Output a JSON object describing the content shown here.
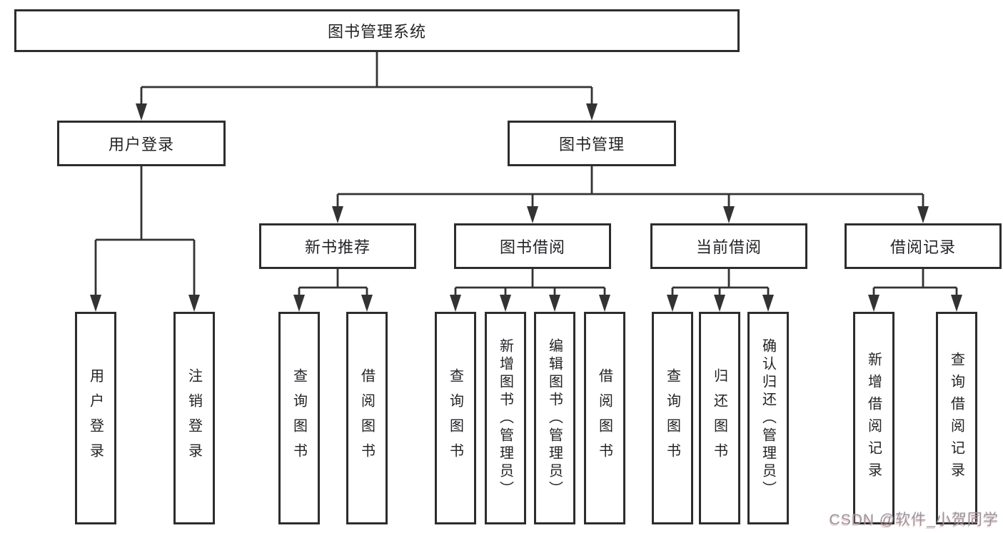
{
  "diagram_title": "图书管理系统",
  "tree": {
    "label": "图书管理系统",
    "children": [
      {
        "label": "用户登录",
        "children": [
          {
            "label": "用户登录"
          },
          {
            "label": "注销登录"
          }
        ]
      },
      {
        "label": "图书管理",
        "children": [
          {
            "label": "新书推荐",
            "children": [
              {
                "label": "查询图书"
              },
              {
                "label": "借阅图书"
              }
            ]
          },
          {
            "label": "图书借阅",
            "children": [
              {
                "label": "查询图书"
              },
              {
                "label": "新增图书（管理员）"
              },
              {
                "label": "编辑图书（管理员）"
              },
              {
                "label": "借阅图书"
              }
            ]
          },
          {
            "label": "当前借阅",
            "children": [
              {
                "label": "查询图书"
              },
              {
                "label": "归还图书"
              },
              {
                "label": "确认归还（管理员）"
              }
            ]
          },
          {
            "label": "借阅记录",
            "children": [
              {
                "label": "新增借阅记录"
              },
              {
                "label": "查询借阅记录"
              }
            ]
          }
        ]
      }
    ]
  },
  "watermark": "CSDN @软件_小贺同学",
  "colors": {
    "line": "#333333",
    "box_border": "#2d2d2d",
    "text": "#242428",
    "background": "#ffffff",
    "watermark_gray": "#97979f",
    "watermark_red_tint": "#cd5a5a"
  }
}
